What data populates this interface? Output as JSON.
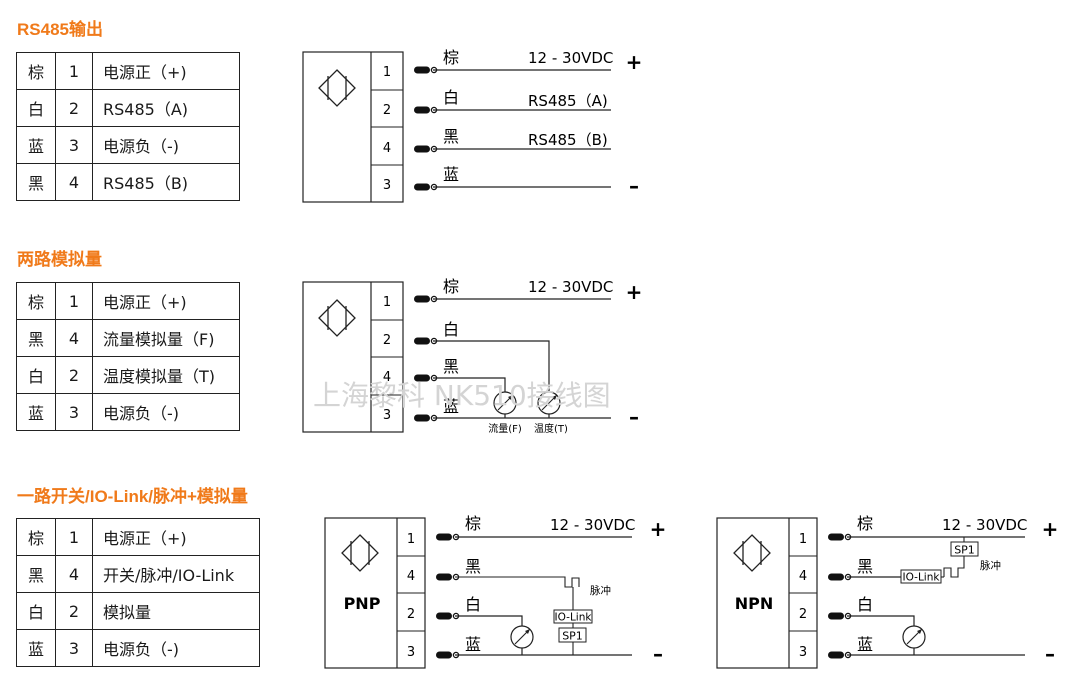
{
  "sections": [
    {
      "title": "RS485输出",
      "table": [
        {
          "color": "棕",
          "num": "1",
          "func": "电源正（+)"
        },
        {
          "color": "白",
          "num": "2",
          "func": "RS485（A)"
        },
        {
          "color": "蓝",
          "num": "3",
          "func": "电源负（-)"
        },
        {
          "color": "黑",
          "num": "4",
          "func": "RS485（B)"
        }
      ],
      "diagram": {
        "pins": [
          "1",
          "2",
          "4",
          "3"
        ],
        "wire_colors": [
          "棕",
          "白",
          "黑",
          "蓝"
        ],
        "signals": [
          "12 - 30VDC",
          "RS485（A)",
          "RS485（B)",
          ""
        ],
        "plus": "+",
        "minus": "–"
      }
    },
    {
      "title": "两路模拟量",
      "table": [
        {
          "color": "棕",
          "num": "1",
          "func": "电源正（+)"
        },
        {
          "color": "黑",
          "num": "4",
          "func": "流量模拟量（F)"
        },
        {
          "color": "白",
          "num": "2",
          "func": "温度模拟量（T)"
        },
        {
          "color": "蓝",
          "num": "3",
          "func": "电源负（-)"
        }
      ],
      "diagram": {
        "pins": [
          "1",
          "2",
          "4",
          "3"
        ],
        "wire_colors": [
          "棕",
          "白",
          "黑",
          "蓝"
        ],
        "signals": [
          "12 - 30VDC"
        ],
        "meter_labels": [
          "流量(F)",
          "温度(T)"
        ],
        "plus": "+",
        "minus": "–"
      }
    },
    {
      "title": "一路开关/IO-Link/脉冲+模拟量",
      "table": [
        {
          "color": "棕",
          "num": "1",
          "func": "电源正（+)"
        },
        {
          "color": "黑",
          "num": "4",
          "func": "开关/脉冲/IO-Link"
        },
        {
          "color": "白",
          "num": "2",
          "func": "模拟量"
        },
        {
          "color": "蓝",
          "num": "3",
          "func": "电源负（-)"
        }
      ],
      "pnp": {
        "type_label": "PNP",
        "pins": [
          "1",
          "4",
          "2",
          "3"
        ],
        "wire_colors": [
          "棕",
          "黑",
          "白",
          "蓝"
        ],
        "signal": "12 - 30VDC",
        "pulse_label": "脉冲",
        "iolink_label": "IO-Link",
        "sp_label": "SP1",
        "plus": "+",
        "minus": "–"
      },
      "npn": {
        "type_label": "NPN",
        "pins": [
          "1",
          "4",
          "2",
          "3"
        ],
        "wire_colors": [
          "棕",
          "黑",
          "白",
          "蓝"
        ],
        "signal": "12 - 30VDC",
        "pulse_label": "脉冲",
        "iolink_label": "IO-Link",
        "sp_label": "SP1",
        "plus": "+",
        "minus": "–"
      }
    }
  ],
  "watermark": "上海黎科 NK510接线图",
  "colors": {
    "accent": "#f07a1a",
    "line": "#222222"
  }
}
